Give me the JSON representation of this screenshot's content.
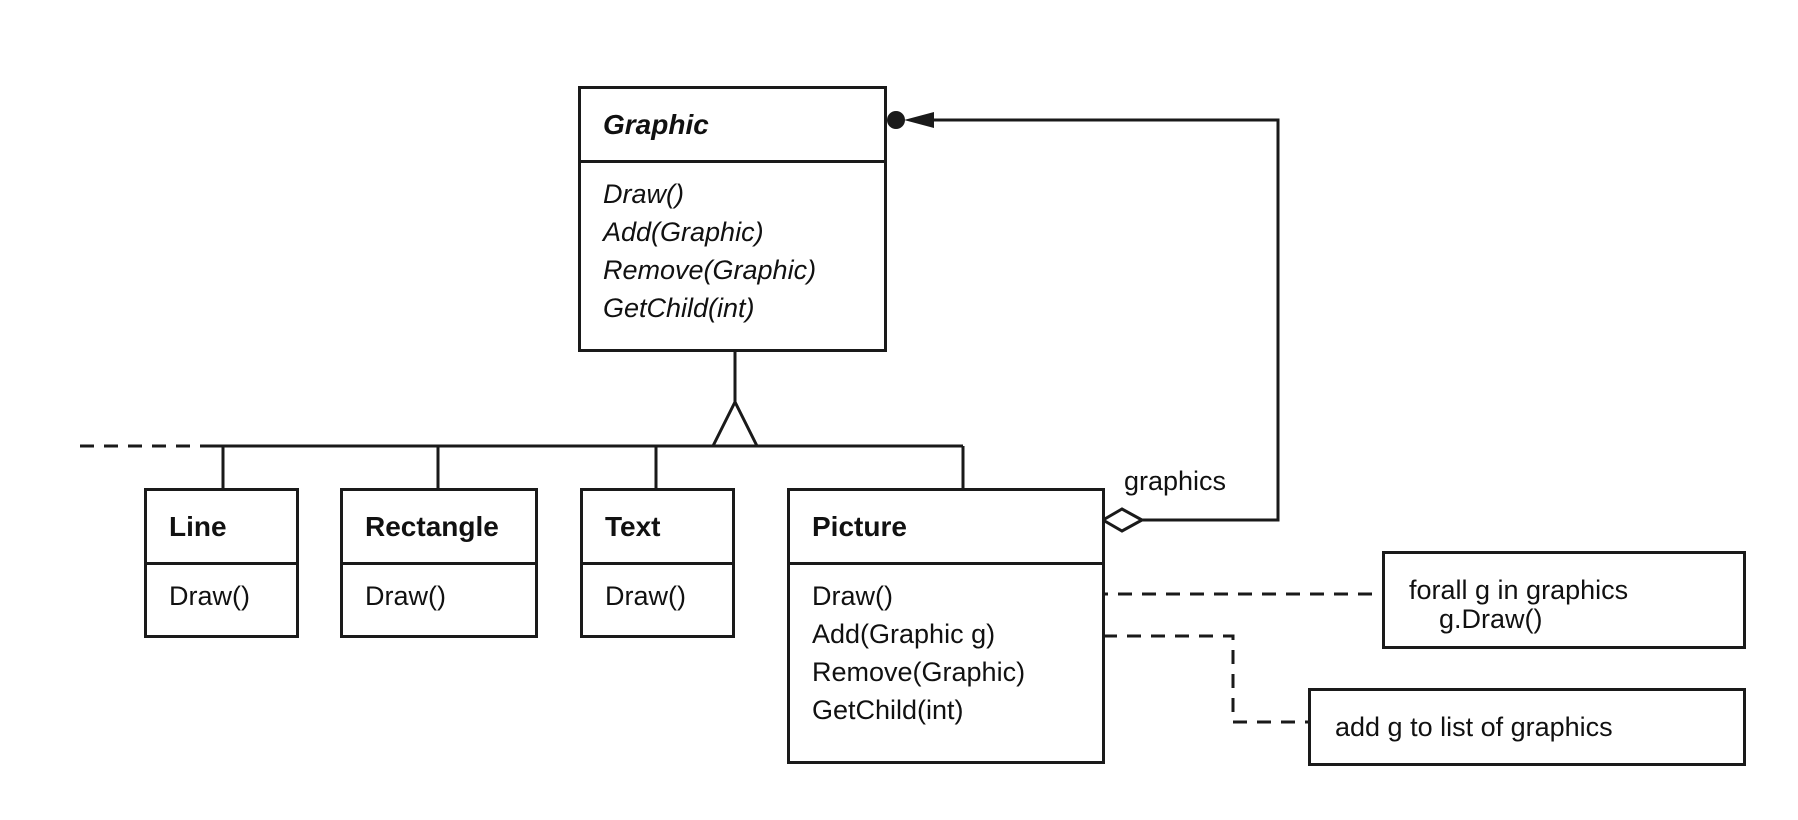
{
  "classes": {
    "graphic": {
      "name": "Graphic",
      "ops": [
        "Draw()",
        "Add(Graphic)",
        "Remove(Graphic)",
        "GetChild(int)"
      ]
    },
    "line": {
      "name": "Line",
      "ops": [
        "Draw()"
      ]
    },
    "rectangle": {
      "name": "Rectangle",
      "ops": [
        "Draw()"
      ]
    },
    "text": {
      "name": "Text",
      "ops": [
        "Draw()"
      ]
    },
    "picture": {
      "name": "Picture",
      "ops": [
        "Draw()",
        "Add(Graphic g)",
        "Remove(Graphic)",
        "GetChild(int)"
      ]
    }
  },
  "relation_label": "graphics",
  "notes": {
    "draw_note": {
      "lines": [
        "forall g in graphics",
        "    g.Draw()"
      ]
    },
    "add_note": {
      "lines": [
        "add g to list of graphics"
      ]
    }
  }
}
